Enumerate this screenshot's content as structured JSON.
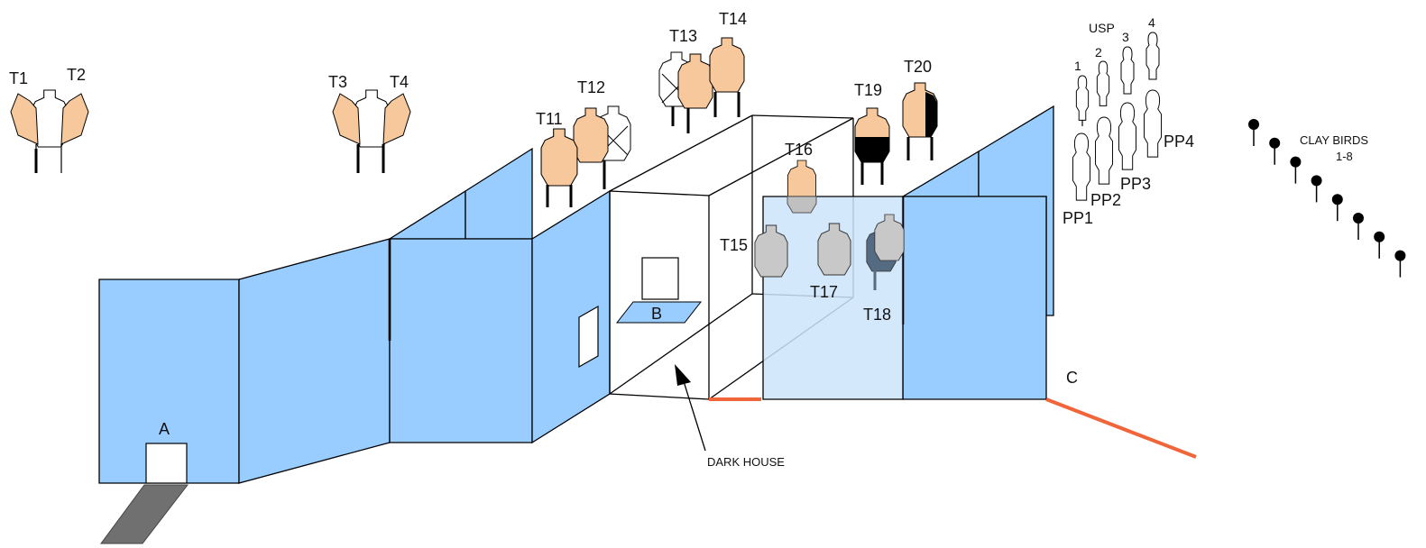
{
  "colors": {
    "wall": "#99ccff",
    "wall_light": "#cce4fb",
    "target_tan": "#f6c89c",
    "no_shoot": "#ffffff",
    "steel_grey": "#c8c8c8",
    "fault_line": "#f0653a",
    "walkway": "#707070"
  },
  "targets": {
    "t1": "T1",
    "t2": "T2",
    "t3": "T3",
    "t4": "T4",
    "t11": "T11",
    "t12": "T12",
    "t13": "T13",
    "t14": "T14",
    "t15": "T15",
    "t16": "T16",
    "t17": "T17",
    "t18": "T18",
    "t19": "T19",
    "t20": "T20"
  },
  "positions": {
    "a": "A",
    "b": "B",
    "c": "C"
  },
  "labels": {
    "dark_house": "DARK HOUSE",
    "usp": "USP",
    "clay_birds_line1": "CLAY BIRDS",
    "clay_birds_line2": "1-8"
  },
  "pepper_poppers": {
    "pp1": "PP1",
    "pp2": "PP2",
    "pp3": "PP3",
    "pp4": "PP4"
  },
  "usp_numbers": {
    "n1": "1",
    "n2": "2",
    "n3": "3",
    "n4": "4"
  },
  "icons": [
    "steel-popper-icon",
    "cardboard-target-icon",
    "no-shoot-target-icon",
    "clay-bird-icon",
    "arrow-icon"
  ]
}
